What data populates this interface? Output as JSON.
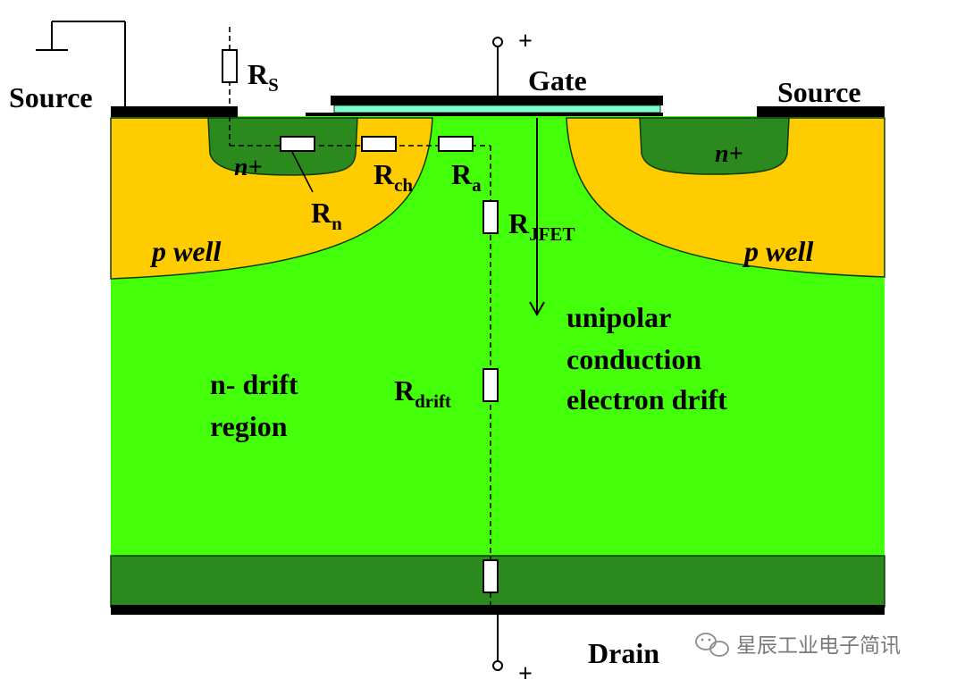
{
  "colors": {
    "drift": "#44ff0a",
    "dark_green": "#2a8a1e",
    "p_well": "#ffcc00",
    "gate_oxide": "#7fffd4",
    "metal": "#000000",
    "resistor_fill": "#ffffff"
  },
  "labels": {
    "gate": "Gate",
    "source_left": "Source",
    "source_right": "Source",
    "drain": "Drain",
    "plus_top": "+",
    "plus_bottom": "+",
    "n_plus_left": "n+",
    "n_plus_right": "n+",
    "p_well_left": "p well",
    "p_well_right": "p well",
    "drift_line1": "n- drift",
    "drift_line2": "region",
    "unipolar_line1": "unipolar",
    "unipolar_line2": "conduction",
    "unipolar_line3": "electron drift"
  },
  "resistors": {
    "rs_main": "R",
    "rs_sub": "S",
    "rn_main": "R",
    "rn_sub": "n",
    "rch_main": "R",
    "rch_sub": "ch",
    "ra_main": "R",
    "ra_sub": "a",
    "rjfet_main": "R",
    "rjfet_sub": "JFET",
    "rdrift_main": "R",
    "rdrift_sub": "drift"
  },
  "watermark": {
    "text": "星辰工业电子简讯",
    "icon": "wechat-icon"
  }
}
